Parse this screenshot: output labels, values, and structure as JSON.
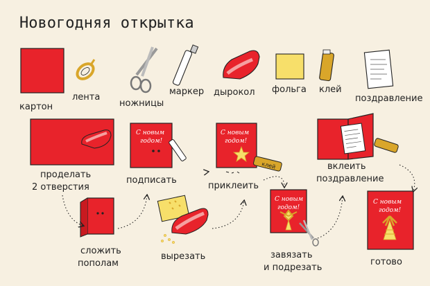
{
  "title": "Новогодняя открытка",
  "colors": {
    "card": "#e8232b",
    "foil": "#f7df6a",
    "gold": "#d9a62a",
    "ink": "#222222",
    "bg": "#f7f0e1"
  },
  "materials": [
    {
      "label": "картон",
      "icon": "cardboard-icon"
    },
    {
      "label": "лента",
      "icon": "ribbon-icon"
    },
    {
      "label": "ножницы",
      "icon": "scissors-icon"
    },
    {
      "label": "маркер",
      "icon": "marker-icon"
    },
    {
      "label": "дырокол",
      "icon": "hole-punch-icon"
    },
    {
      "label": "фольга",
      "icon": "foil-icon"
    },
    {
      "label": "клей",
      "icon": "glue-icon"
    },
    {
      "label": "поздравление",
      "icon": "greeting-paper-icon"
    }
  ],
  "steps": {
    "punch_line1": "проделать",
    "punch_line2": "2 отверстия",
    "sign": "подписать",
    "glue": "приклеить",
    "insert_line1": "вклеить",
    "insert_line2": "поздравление",
    "fold_line1": "сложить",
    "fold_line2": "пополам",
    "cut": "вырезать",
    "tie_line1": "завязать",
    "tie_line2": "и подрезать",
    "done": "готово"
  },
  "card_text": {
    "line1": "С новым",
    "line2": "годом!",
    "line2_alt": "годом!"
  },
  "glue_label": "клей"
}
